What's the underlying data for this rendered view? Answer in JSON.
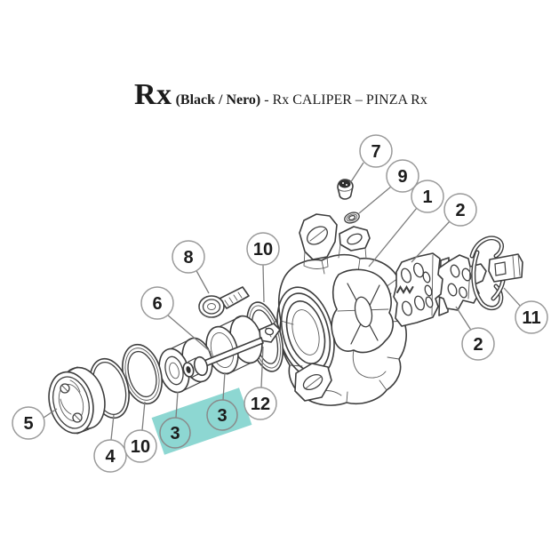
{
  "title": {
    "brand": "Rx",
    "variant": "(Black / Nero)",
    "rest": "- Rx CALIPER – PINZA Rx"
  },
  "highlight": {
    "color": "#8dd7d2",
    "highlighted_part": "3"
  },
  "callouts": [
    {
      "id": "callout-7",
      "label": "7"
    },
    {
      "id": "callout-9",
      "label": "9"
    },
    {
      "id": "callout-1",
      "label": "1"
    },
    {
      "id": "callout-2-top",
      "label": "2"
    },
    {
      "id": "callout-8",
      "label": "8"
    },
    {
      "id": "callout-10-top",
      "label": "10"
    },
    {
      "id": "callout-6",
      "label": "6"
    },
    {
      "id": "callout-5",
      "label": "5"
    },
    {
      "id": "callout-4",
      "label": "4"
    },
    {
      "id": "callout-10-bottom",
      "label": "10"
    },
    {
      "id": "callout-3-left",
      "label": "3"
    },
    {
      "id": "callout-3-right",
      "label": "3"
    },
    {
      "id": "callout-12",
      "label": "12"
    },
    {
      "id": "callout-2-bottom",
      "label": "2"
    },
    {
      "id": "callout-11",
      "label": "11"
    }
  ]
}
